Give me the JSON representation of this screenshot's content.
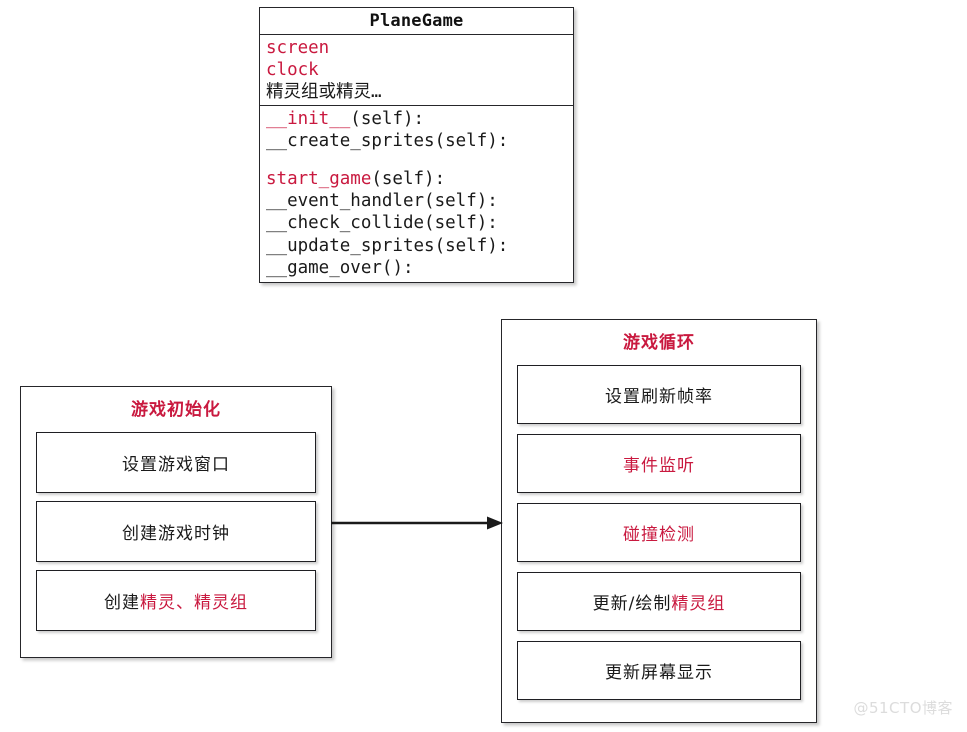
{
  "page": {
    "background": "#ffffff",
    "accent_red": "#c9193f",
    "ink": "#1a1a1a",
    "watermark": "@51CTO博客"
  },
  "uml_class": {
    "title": "PlaneGame",
    "attributes": [
      {
        "text": "screen",
        "color": "red"
      },
      {
        "text": "clock",
        "color": "red"
      },
      {
        "text": "精灵组或精灵…",
        "color": "black"
      }
    ],
    "operations": [
      {
        "name": "__init__",
        "name_color": "red",
        "signature": "(self):"
      },
      {
        "name": "__create_sprites",
        "name_color": "black",
        "signature": "(self):"
      },
      {
        "name": "",
        "name_color": "black",
        "signature": "",
        "blank": true
      },
      {
        "name": "start_game",
        "name_color": "red",
        "signature": "(self):"
      },
      {
        "name": "__event_handler",
        "name_color": "black",
        "signature": "(self):"
      },
      {
        "name": "__check_collide",
        "name_color": "black",
        "signature": "(self):"
      },
      {
        "name": "__update_sprites",
        "name_color": "black",
        "signature": "(self):"
      },
      {
        "name": "__game_over",
        "name_color": "black",
        "signature": "():"
      }
    ]
  },
  "flow": {
    "init_group": {
      "title": "游戏初始化",
      "items": [
        {
          "parts": [
            {
              "text": "设置游戏窗口",
              "color": "black"
            }
          ]
        },
        {
          "parts": [
            {
              "text": "创建游戏时钟",
              "color": "black"
            }
          ]
        },
        {
          "parts": [
            {
              "text": "创建",
              "color": "black"
            },
            {
              "text": "精灵、精灵组",
              "color": "red"
            }
          ]
        }
      ]
    },
    "loop_group": {
      "title": "游戏循环",
      "items": [
        {
          "parts": [
            {
              "text": "设置刷新帧率",
              "color": "black"
            }
          ]
        },
        {
          "parts": [
            {
              "text": "事件监听",
              "color": "red"
            }
          ]
        },
        {
          "parts": [
            {
              "text": "碰撞检测",
              "color": "red"
            }
          ]
        },
        {
          "parts": [
            {
              "text": "更新/绘制",
              "color": "black"
            },
            {
              "text": "精灵组",
              "color": "red"
            }
          ]
        },
        {
          "parts": [
            {
              "text": "更新屏幕显示",
              "color": "black"
            }
          ]
        }
      ]
    },
    "connector": {
      "from": "init_group",
      "to": "loop_group",
      "style": "solid-arrow",
      "direction": "right"
    }
  }
}
